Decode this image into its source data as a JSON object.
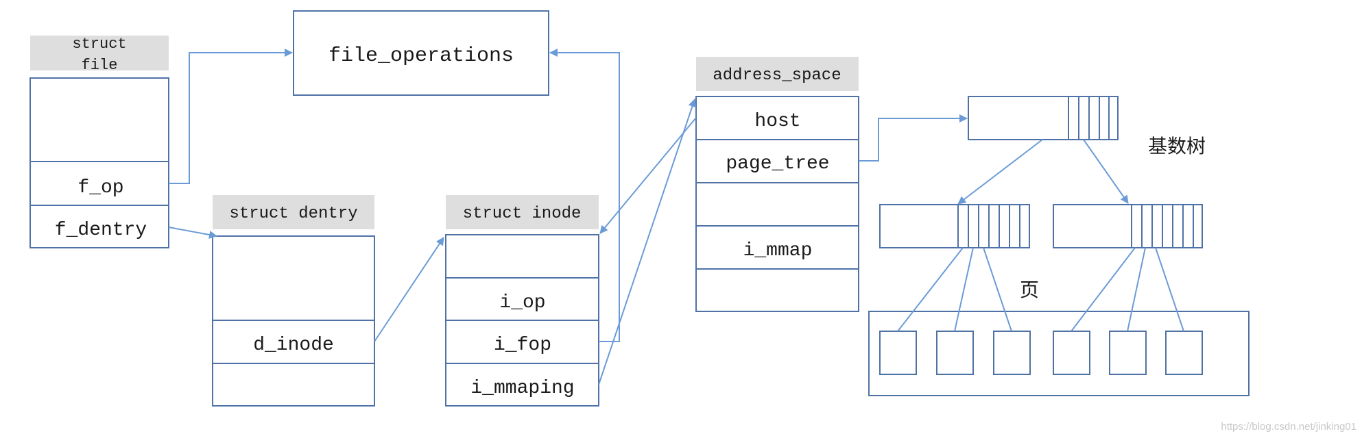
{
  "colors": {
    "line": "#4f72a6",
    "arrow": "#6b9bd6",
    "header_bg": "#dedede",
    "text": "#1a1a1a"
  },
  "file_struct": {
    "header_line1": "struct",
    "header_line2": "file",
    "f_op": "f_op",
    "f_dentry": "f_dentry"
  },
  "file_operations": {
    "label": "file_operations"
  },
  "dentry": {
    "header": "struct dentry",
    "d_inode": "d_inode"
  },
  "inode": {
    "header": "struct inode",
    "i_op": "i_op",
    "i_fop": "i_fop",
    "i_mmaping": "i_mmaping"
  },
  "address_space": {
    "header": "address_space",
    "host": "host",
    "page_tree": "page_tree",
    "i_mmap": "i_mmap"
  },
  "radix_tree": {
    "label": "基数树",
    "pages_label": "页"
  },
  "watermark": "https://blog.csdn.net/jinking01"
}
